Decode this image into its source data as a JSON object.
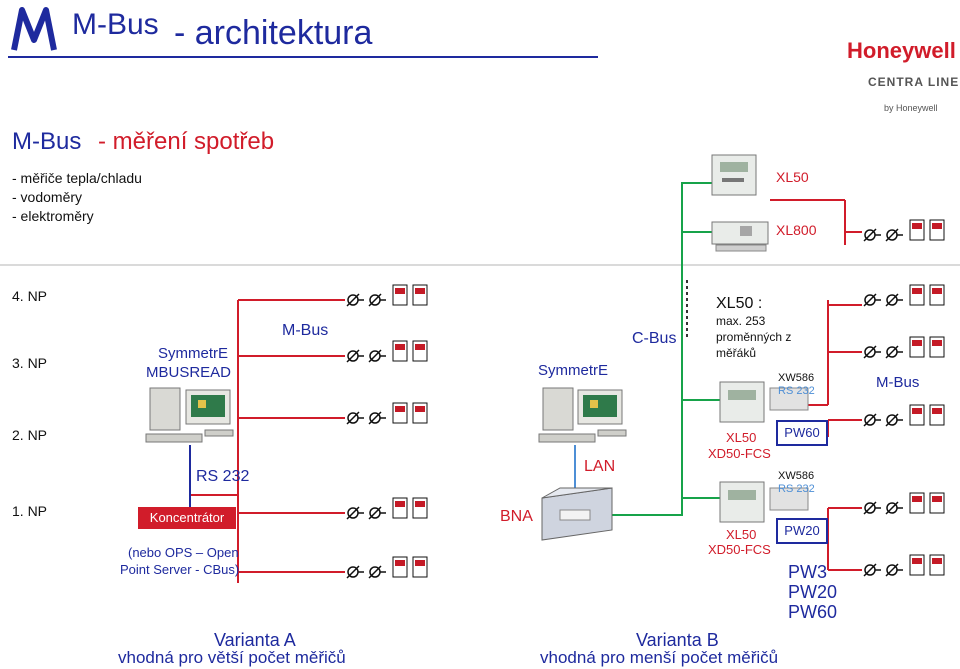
{
  "header": {
    "logo_text": "M-Bus",
    "title": "- architektura",
    "brand": "Honeywell",
    "brand2": "CENTRA LINE",
    "brand2_by": "by Honeywell"
  },
  "subtitle": {
    "main": "M-Bus",
    "rest": "- měření spotřeb"
  },
  "bullets": [
    "- měřiče tepla/chladu",
    "- vodoměry",
    "- elektroměry"
  ],
  "floors": [
    "4. NP",
    "3. NP",
    "2. NP",
    "1. NP"
  ],
  "variant_a": {
    "pc_label_1": "SymmetrE",
    "pc_label_2": "MBUSREAD",
    "bus_label": "M-Bus",
    "rs232_label": "RS 232",
    "concentrator_label": "Koncentrátor",
    "note_1": "(nebo OPS – Open",
    "note_2": "Point Server - CBus)",
    "caption_1": "Varianta A",
    "caption_2": "vhodná pro větší počet měřičů"
  },
  "variant_b": {
    "pc_label": "SymmetrE",
    "lan_label": "LAN",
    "bna_label": "BNA",
    "cbus_label": "C-Bus",
    "xl50_top": "XL50",
    "xl800_top": "XL800",
    "xl50_max_1": "XL50 :",
    "xl50_max_2": "max. 253",
    "xl50_max_3": "proměnných z",
    "xl50_max_4": "měřáků",
    "xw586_label": "XW586",
    "rs232_label": "RS 232",
    "mbus_label": "M-Bus",
    "ctrl1_l1": "XL50",
    "ctrl1_l2": "XD50-FCS",
    "pw60_box": "PW60",
    "xw586_label_2": "XW586",
    "rs232_label_2": "RS 232",
    "ctrl2_l1": "XL50",
    "ctrl2_l2": "XD50-FCS",
    "pw20_box": "PW20",
    "pw_list": [
      "PW3",
      "PW20",
      "PW60"
    ],
    "caption_1": "Varianta B",
    "caption_2": "vhodná pro menší počet měřičů"
  },
  "colors": {
    "bus_red": "#d11c2a",
    "cbus_green": "#17a34a",
    "rs_blue": "#1e2a9e",
    "lan_lightblue": "#4e8fd6",
    "meter_red": "#c41a26"
  }
}
